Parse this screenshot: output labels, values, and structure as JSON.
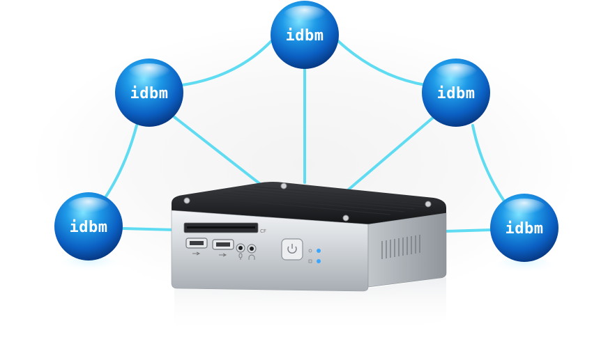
{
  "nodes": [
    {
      "label": "idbm"
    },
    {
      "label": "idbm"
    },
    {
      "label": "idbm"
    },
    {
      "label": "idbm"
    },
    {
      "label": "idbm"
    }
  ],
  "device": {
    "card_slot_label": "CF"
  },
  "colors": {
    "node_blue": "#1a7fd6",
    "node_dark": "#0a3d8f",
    "link_cyan": "#5fdcf2",
    "led_blue": "#3aa6ff",
    "chassis_silver": "#c9cdd2",
    "heatsink_black": "#1b1c1e"
  },
  "icons": [
    "usb-icon",
    "microphone-icon",
    "headphone-icon",
    "power-icon",
    "lightbulb-icon",
    "disk-icon"
  ]
}
